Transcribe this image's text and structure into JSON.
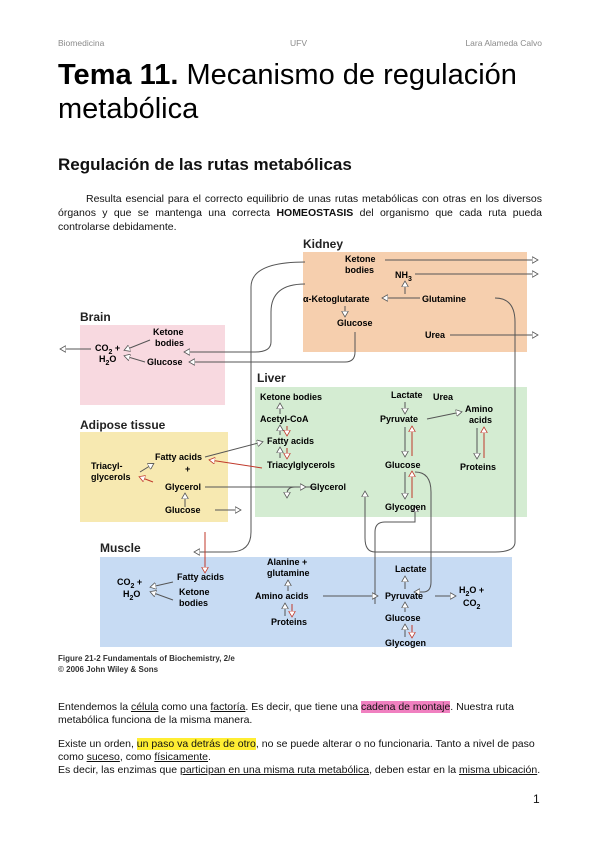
{
  "header": {
    "left": "Biomedicina",
    "center": "UFV",
    "right": "Lara Alameda Calvo"
  },
  "title": {
    "bold": "Tema 11.",
    "rest": " Mecanismo de regulación metabólica"
  },
  "subtitle": "Regulación de las rutas metabólicas",
  "intro": {
    "part1": "Resulta esencial para el correcto equilibrio de unas rutas metabólicas con otras en los diversos órganos y que se mantenga una correcta ",
    "bold": "HOMEOSTASIS",
    "part2": " del organismo que cada ruta pueda controlarse debidamente."
  },
  "figure": {
    "organs": {
      "kidney": "Kidney",
      "brain": "Brain",
      "liver": "Liver",
      "adipose": "Adipose tissue",
      "muscle": "Muscle"
    },
    "kidney": {
      "ketone1": "Ketone",
      "ketone2": "bodies",
      "nh3": "NH",
      "nh3_sub": "3",
      "akg": "α-Ketoglutarate",
      "glutamine": "Glutamine",
      "glucose": "Glucose",
      "urea": "Urea"
    },
    "brain": {
      "ketone1": "Ketone",
      "ketone2": "bodies",
      "glucose": "Glucose",
      "co2": "CO",
      "co2_sub": "2",
      "plus": "+",
      "h2o": "H",
      "h2o_sub": "2",
      "h2o_o": "O"
    },
    "liver": {
      "ketone": "Ketone bodies",
      "acetylcoa": "Acetyl-CoA",
      "fattyacids": "Fatty acids",
      "triacyl": "Triacylglycerols",
      "glycerol": "Glycerol",
      "lactate": "Lactate",
      "urea": "Urea",
      "pyruvate": "Pyruvate",
      "amino1": "Amino",
      "amino2": "acids",
      "glucose": "Glucose",
      "proteins": "Proteins",
      "glycogen": "Glycogen"
    },
    "adipose": {
      "fattyacids": "Fatty acids",
      "plus": "+",
      "triacyl1": "Triacyl-",
      "triacyl2": "glycerols",
      "glycerol": "Glycerol",
      "glucose": "Glucose"
    },
    "muscle": {
      "fattyacids": "Fatty acids",
      "ketone1": "Ketone",
      "ketone2": "bodies",
      "co2": "CO",
      "co2_sub": "2",
      "plus": "+",
      "h2o": "H",
      "h2o_sub": "2",
      "h2o_o": "O",
      "alanine1": "Alanine +",
      "alanine2": "glutamine",
      "aminoacids": "Amino acids",
      "proteins": "Proteins",
      "lactate": "Lactate",
      "pyruvate": "Pyruvate",
      "glucose": "Glucose",
      "glycogen": "Glycogen",
      "right_h2o": "H",
      "right_h2o_sub": "2",
      "right_h2o_o": "O +",
      "right_co2": "CO",
      "right_co2_sub": "2"
    },
    "caption1": "Figure 21-2 Fundamentals of Biochemistry, 2/e",
    "caption2": "© 2006 John Wiley & Sons",
    "colors": {
      "kidney": "#f6cfae",
      "brain": "#f8d9e0",
      "liver": "#d4ecd2",
      "adipose": "#f7e9b1",
      "muscle": "#c7dbf3",
      "red_arrow": "#c0392b",
      "gray_arrow": "#ffffff",
      "arrow_outline": "#555555"
    }
  },
  "para1": {
    "t1": "Entendemos la ",
    "u1": "célula",
    "t2": " como una ",
    "u2": "factoría",
    "t3": ". Es decir, que tiene una ",
    "hl": "cadena de montaje",
    "t4": ". Nuestra ruta metabólica funciona de la misma manera."
  },
  "para2": {
    "t1": "Existe un orden, ",
    "hl": "un paso va detrás de otro",
    "t2": ", no se puede alterar o no funcionaria. Tanto a nivel de paso como ",
    "u1": "suceso",
    "t3": ", como ",
    "u2": "físicamente",
    "t4": ".",
    "t5": "Es decir, las enzimas que ",
    "u3": "participan en una misma ruta metabólica",
    "t6": ", deben estar en la ",
    "u4": "misma ubicación",
    "t7": "."
  },
  "page_number": "1"
}
